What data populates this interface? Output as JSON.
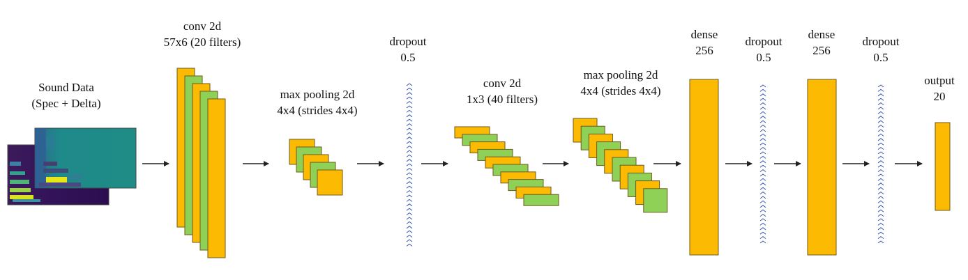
{
  "colors": {
    "yellow": "#FCBA03",
    "green": "#8ED156",
    "layer_stroke": "#6B5a1e",
    "chevron": "#3B59B0",
    "arrow": "#222222"
  },
  "input": {
    "line1": "Sound Data",
    "line2": "(Spec + Delta)"
  },
  "conv1": {
    "line1": "conv 2d",
    "line2": "57x6 (20 filters)"
  },
  "pool1": {
    "line1": "max pooling 2d",
    "line2": "4x4 (strides 4x4)"
  },
  "dropout1": {
    "line1": "dropout",
    "line2": "0.5"
  },
  "conv2": {
    "line1": "conv 2d",
    "line2": "1x3 (40 filters)"
  },
  "pool2": {
    "line1": "max pooling 2d",
    "line2": "4x4 (strides 4x4)"
  },
  "dense1": {
    "line1": "dense",
    "line2": "256"
  },
  "dropout2": {
    "line1": "dropout",
    "line2": "0.5"
  },
  "dense2": {
    "line1": "dense",
    "line2": "256"
  },
  "dropout3": {
    "line1": "dropout",
    "line2": "0.5"
  },
  "output": {
    "line1": "output",
    "line2": "20"
  }
}
